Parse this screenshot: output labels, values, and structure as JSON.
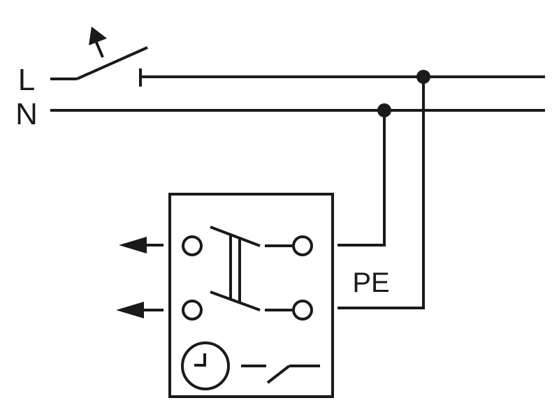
{
  "labels": {
    "line": "L",
    "neutral": "N",
    "protective_earth": "PE"
  },
  "icons": {
    "main_switch": "manual-switch-icon",
    "timer": "clock-icon",
    "timer_contact": "time-delay-contact-icon",
    "output_arrows": "left-arrow-icon"
  },
  "colors": {
    "stroke": "#1a1a1a",
    "background": "#ffffff"
  }
}
